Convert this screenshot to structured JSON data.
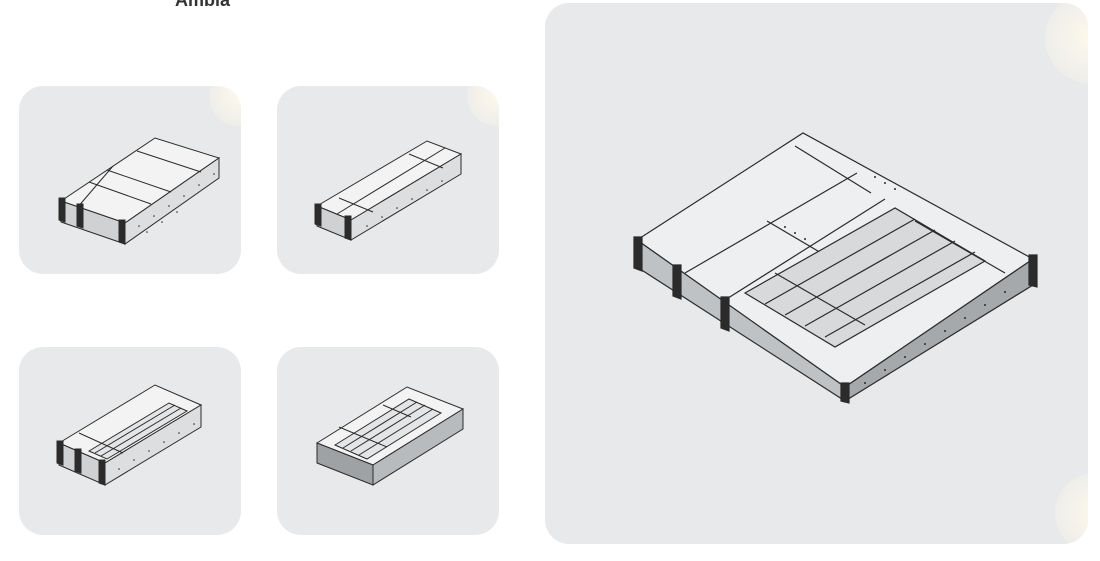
{
  "header": {
    "title": "Ambia",
    "subtitle": ""
  },
  "gallery": {
    "items": [
      {
        "id": "tray-1",
        "icon": "drawer-organizer-icon"
      },
      {
        "id": "tray-2",
        "icon": "drawer-organizer-icon"
      },
      {
        "id": "tray-3",
        "icon": "drawer-organizer-icon"
      },
      {
        "id": "tray-4",
        "icon": "drawer-organizer-icon"
      },
      {
        "id": "tray-large",
        "icon": "drawer-organizer-icon"
      }
    ]
  },
  "colors": {
    "card_bg": "#e8e9ea",
    "line": "#2b2b2b",
    "metal": "#cfd1d3",
    "metal_dark": "#8e9194"
  }
}
